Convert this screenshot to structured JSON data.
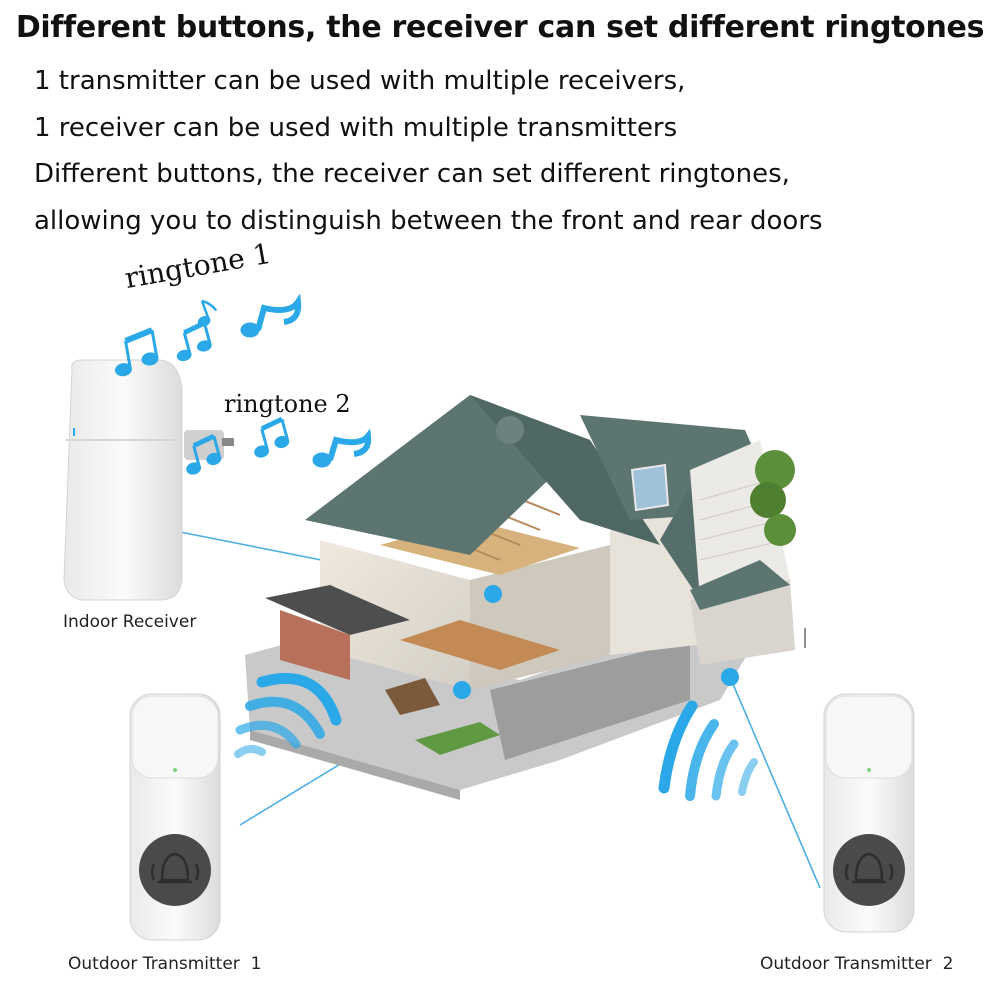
{
  "headline": "Different buttons, the receiver can set different ringtones",
  "description": [
    "1 transmitter can be used with multiple receivers,",
    "1 receiver can be used with multiple transmitters",
    "Different buttons, the receiver can set different ringtones,",
    "allowing you to distinguish between the front and rear doors"
  ],
  "ringtones": {
    "one": "ringtone 1",
    "two": "ringtone 2"
  },
  "labels": {
    "receiver": "Indoor Receiver",
    "transmitter_1": "Outdoor Transmitter  1",
    "transmitter_2": "Outdoor Transmitter  2"
  },
  "icons": [
    "music-note-icon",
    "wireless-signal-icon",
    "bell-icon",
    "house-illustration"
  ],
  "colors": {
    "accent_blue": "#2aa8e8",
    "roof": "#5a7470",
    "device_white": "#f4f4f4",
    "button_dark": "#4a4a4a"
  }
}
